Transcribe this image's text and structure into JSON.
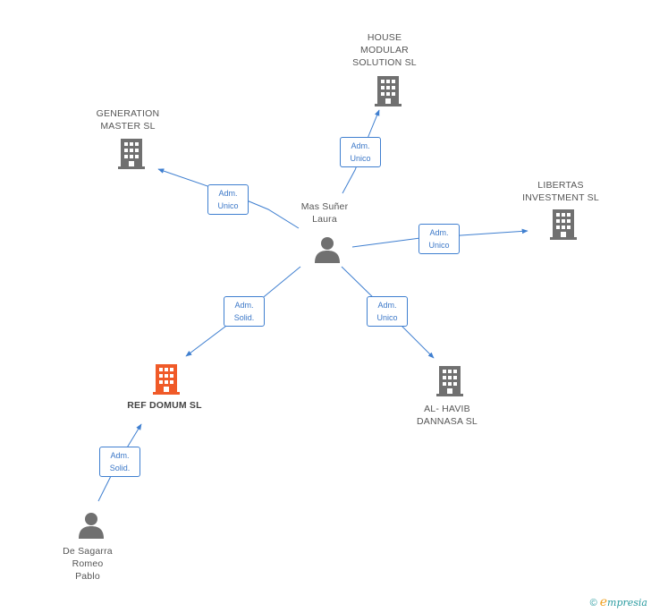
{
  "nodes": {
    "house_modular": {
      "label": "HOUSE\nMODULAR\nSOLUTION  SL",
      "icon": "building-icon",
      "color": "#707070"
    },
    "generation_master": {
      "label": "GENERATION\nMASTER SL",
      "icon": "building-icon",
      "color": "#707070"
    },
    "libertas": {
      "label": "LIBERTAS\nINVESTMENT SL",
      "icon": "building-icon",
      "color": "#707070"
    },
    "mas_suner": {
      "label": "Mas Suñer\nLaura",
      "icon": "person-icon",
      "color": "#707070"
    },
    "ref_domum": {
      "label": "REF DOMUM SL",
      "icon": "building-icon",
      "color": "#f05a28"
    },
    "al_havib": {
      "label": "AL- HAVIB\nDANNASA  SL",
      "icon": "building-icon",
      "color": "#707070"
    },
    "de_sagarra": {
      "label": "De Sagarra\nRomeo\nPablo",
      "icon": "person-icon",
      "color": "#707070"
    }
  },
  "edges": [
    {
      "id": "house",
      "label": "Adm.\nUnico"
    },
    {
      "id": "generation",
      "label": "Adm.\nUnico"
    },
    {
      "id": "libertas",
      "label": "Adm.\nUnico"
    },
    {
      "id": "ref_from_mas",
      "label": "Adm.\nSolid."
    },
    {
      "id": "al_havib",
      "label": "Adm.\nUnico"
    },
    {
      "id": "ref_from_sagarra",
      "label": "Adm.\nSolid."
    }
  ],
  "edge_color": "#3f7fd0",
  "footer": {
    "copyright": "©",
    "brand_initial": "e",
    "brand_rest": "mpresia"
  }
}
